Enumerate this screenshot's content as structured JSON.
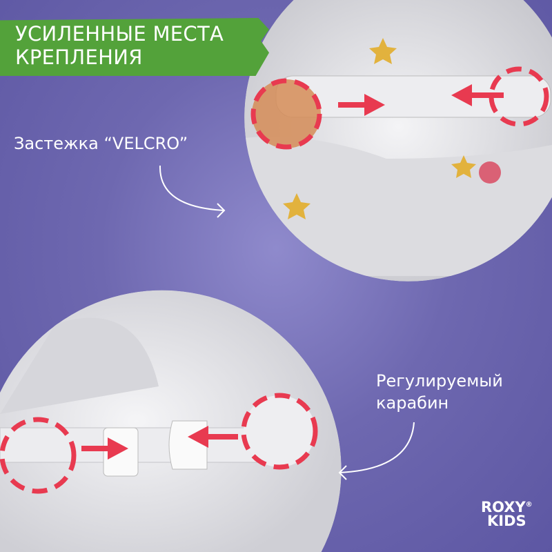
{
  "title": {
    "line1": "УСИЛЕННЫЕ МЕСТА",
    "line2": "КРЕПЛЕНИЯ"
  },
  "labels": {
    "velcro": "Застежка “VELCRO”",
    "carabiner_line1": "Регулируемый",
    "carabiner_line2": "карабин"
  },
  "logo": {
    "line1": "ROXY",
    "line2": "KIDS",
    "mark": "®"
  },
  "colors": {
    "background": "#6a64ad",
    "banner": "#53a23a",
    "accent": "#e83a50"
  }
}
